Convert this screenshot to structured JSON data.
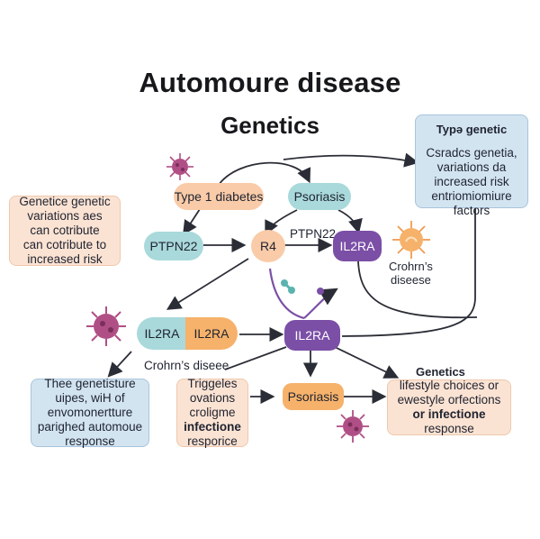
{
  "title_line1": "Automoure disease",
  "title_line2": "Genetics",
  "box_left": "Genetice genetic\nvariations aes\ncan cotribute\ncan cotribute to\nincreased risk",
  "box_right_title": "Typə genetic",
  "box_right_body": "Csradcs genetia,\nvariations da\nincreased risk\nentriomiomiure\nfactors",
  "box_bottom_left": "Thee genetisture\nuipes, wiH of\nenvomonertture\nparighed automoue\nresponse",
  "box_bottom_mid_l1": "Triggeles\novations\ncroligme",
  "box_bottom_mid_l2": "infectione",
  "box_bottom_mid_l3": "resporice",
  "box_bottom_right_l1": "lifestyle choices or\newestyle orfections",
  "box_bottom_right_l2": "or infectione",
  "box_bottom_right_l3": "response",
  "pills": {
    "type1": "Type 1 diabetes",
    "psoriasis_top": "Psoriasis",
    "ptpn22": "PTPN22",
    "r4": "R4",
    "il2ra_top": "IL2RA",
    "il2ra_left_a": "IL2RA",
    "il2ra_left_b": "IL2RA",
    "il2ra_center": "IL2RA",
    "psoriasis_bottom": "Psoriasis"
  },
  "labels": {
    "ptpn22_mid": "PTPN22",
    "crohns_right": "Crohrn’s\ndiseese",
    "crohns_center": "Crohrn’s diseee",
    "genetics_right": "Genetics"
  },
  "colors": {
    "peach": "#f9cba8",
    "teal": "#a9d9da",
    "purple": "#7b4fa6",
    "orange": "#f6b26b",
    "blue_box": "#d3e4f1",
    "arrow": "#2b2d36"
  },
  "icons": [
    "virus-icon",
    "virus-icon",
    "virus-icon",
    "virus-icon",
    "dna-strand-icon",
    "dna-strand-icon"
  ]
}
